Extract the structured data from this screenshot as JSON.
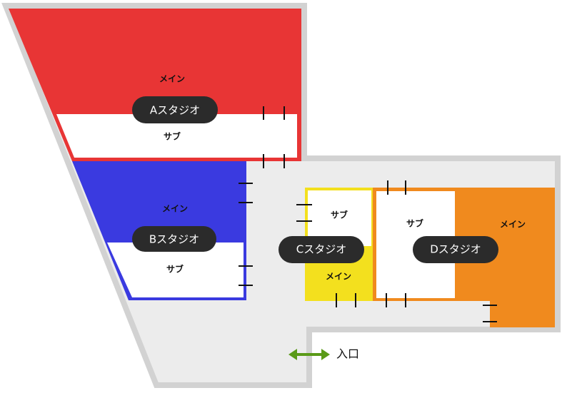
{
  "studios": {
    "a": {
      "name": "Aスタジオ",
      "main": "メイン",
      "sub": "サブ"
    },
    "b": {
      "name": "Bスタジオ",
      "main": "メイン",
      "sub": "サブ"
    },
    "c": {
      "name": "Cスタジオ",
      "main": "メイン",
      "sub": "サブ"
    },
    "d": {
      "name": "Dスタジオ",
      "main": "メイン",
      "sub": "サブ"
    }
  },
  "entrance": {
    "label": "入口",
    "arrow_icon": "double-arrow-icon"
  },
  "colors": {
    "studio_a": "#e83535",
    "studio_b": "#3a3ae0",
    "studio_c": "#f3e01e",
    "studio_d": "#f08a1e",
    "corridor": "#ececec",
    "outline": "#d2d2d2",
    "pill": "#2b2b2b",
    "entrance_arrow": "#5a9a18"
  }
}
